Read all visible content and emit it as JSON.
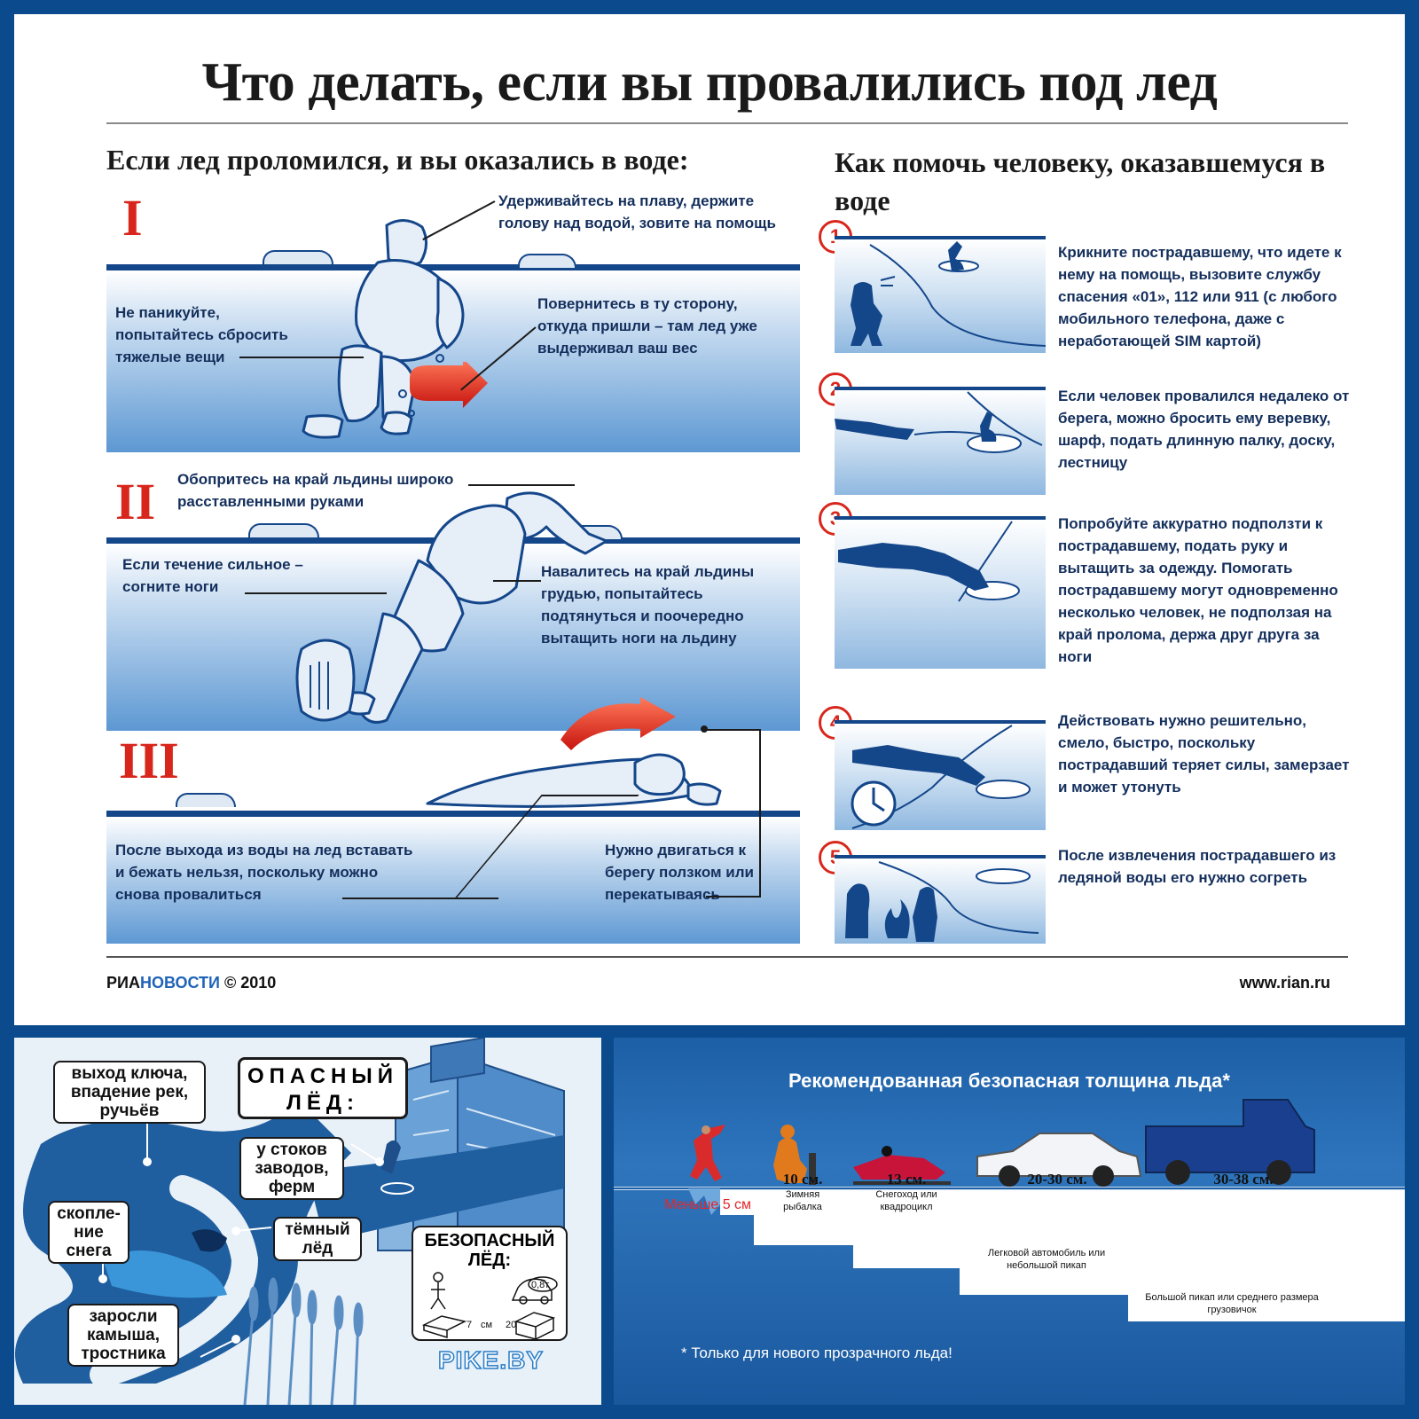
{
  "top": {
    "title": "Что делать, если вы провалились под лед",
    "left_heading": "Если лед проломился, и вы оказались в воде:",
    "right_heading": "Как помочь человеку, оказавшемуся в воде",
    "stages": [
      {
        "numeral": "I",
        "captions": [
          "Удерживайтесь на плаву, держите голову над водой, зовите на помощь",
          "Не паникуйте, попытайтесь сбросить тяжелые вещи",
          "Повернитесь в ту сторону, откуда пришли – там лед уже выдерживал ваш вес"
        ]
      },
      {
        "numeral": "II",
        "captions": [
          "Обопритесь на край льдины широко расставленными руками",
          "Если течение сильное – согните ноги",
          "Навалитесь на край льдины грудью, попытайтесь подтянуться и поочередно вытащить ноги на льдину"
        ]
      },
      {
        "numeral": "III",
        "captions": [
          "После выхода из воды на лед вставать и бежать нельзя, поскольку можно снова провалиться",
          "Нужно двигаться к берегу ползком или перекатываясь"
        ]
      }
    ],
    "steps": [
      {
        "n": "1",
        "text": "Крикните пострадавшему, что идете к нему на помощь, вызовите службу спасения «01», 112 или 911 (с любого мобильного телефона, даже с неработающей SIM картой)"
      },
      {
        "n": "2",
        "text": "Если человек провалился недалеко от берега, можно бросить ему веревку, шарф, подать длинную палку, доску, лестницу"
      },
      {
        "n": "3",
        "text": "Попробуйте аккуратно подползти к пострадавшему, подать руку и вытащить за одежду. Помогать пострадавшему могут одновременно несколько человек, не подползая на край пролома, держа друг друга за ноги"
      },
      {
        "n": "4",
        "text": "Действовать нужно решительно, смело, быстро, поскольку пострадавший теряет силы, замерзает и может утонуть"
      },
      {
        "n": "5",
        "text": "После извлечения пострадавшего из ледяной воды его нужно согреть"
      }
    ],
    "brand_part1": "РИА",
    "brand_part2": "НОВОСТИ",
    "copyright": "© 2010",
    "site": "www.rian.ru"
  },
  "danger_map": {
    "title_line1": "ОПАСНЫЙ",
    "title_line2": "ЛЁД:",
    "items": [
      "выход ключа, впадение рек, ручьёв",
      "у стоков заводов, ферм",
      "скопле- ние снега",
      "тёмный лёд",
      "заросли камыша, тростника"
    ],
    "safe_title_line1": "БЕЗОПАСНЫЙ",
    "safe_title_line2": "ЛЁД:",
    "safe_person_cm": "7",
    "safe_unit": "см",
    "safe_car_cm": "20",
    "safe_car_weight": "0,8т",
    "logo": "PIKE.BY"
  },
  "thickness": {
    "title": "Рекомендованная безопасная толщина льда*",
    "levels": [
      {
        "value": "Меньше 5 см",
        "desc": ""
      },
      {
        "value": "10 см.",
        "desc": "Зимняя рыбалка"
      },
      {
        "value": "13 см.",
        "desc": "Снегоход или квадроцикл"
      },
      {
        "value": "20-30 см.",
        "desc": "Легковой автомобиль или небольшой пикап"
      },
      {
        "value": "30-38 см.",
        "desc": "Большой пикап или среднего размера грузовичок"
      }
    ],
    "footnote": "*    Только для нового прозрачного льда!",
    "colors": {
      "danger_text": "#e5262a",
      "panel": "#2b6fb5"
    }
  }
}
